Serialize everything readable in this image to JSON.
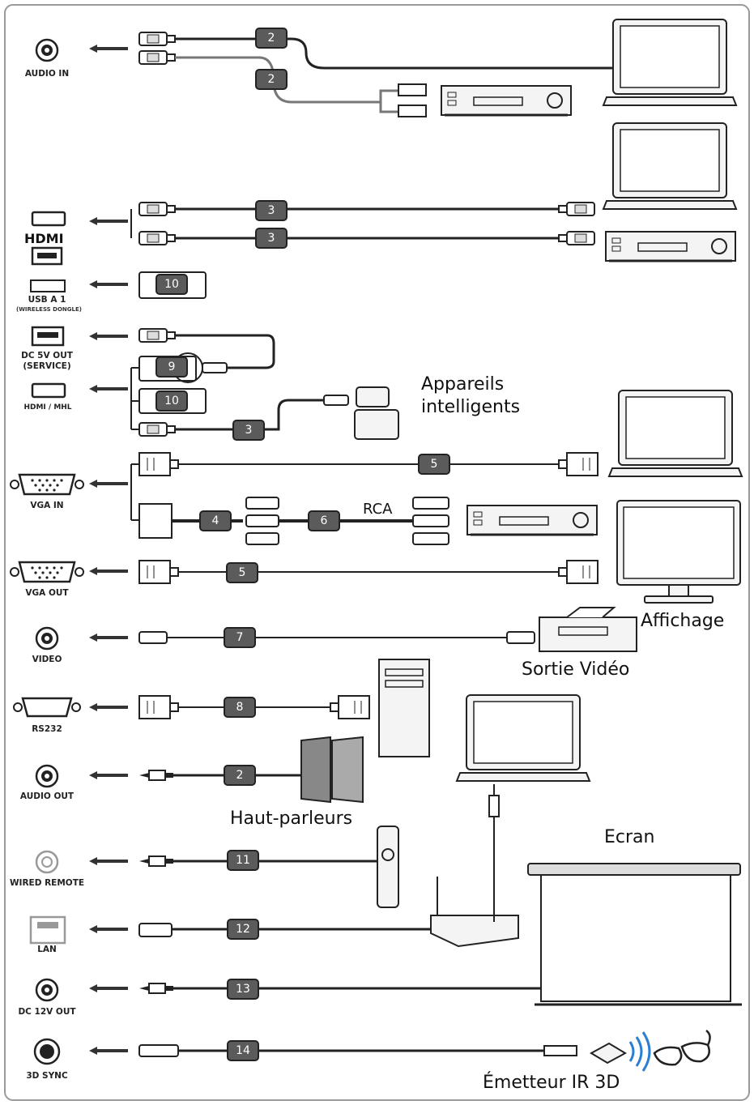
{
  "ports": {
    "audio_in": "AUDIO IN",
    "hdmi_logo": "HDMI",
    "usb_a1": "USB A 1",
    "wireless_dongle": "(WIRELESS DONGLE)",
    "dc5v_out": "DC 5V OUT",
    "service": "(SERVICE)",
    "hdmi_mhl": "HDMI / MHL",
    "vga_in": "VGA IN",
    "vga_out": "VGA OUT",
    "video": "VIDEO",
    "rs232": "RS232",
    "audio_out": "AUDIO OUT",
    "wired_remote": "WIRED REMOTE",
    "lan": "LAN",
    "dc12v_out": "DC 12V OUT",
    "sync3d": "3D SYNC"
  },
  "labels": {
    "smart_devices_line1": "Appareils",
    "smart_devices_line2": "intelligents",
    "rca": "RCA",
    "display": "Affichage",
    "video_out": "Sortie Vidéo",
    "speakers": "Haut-parleurs",
    "screen": "Ecran",
    "ir_emitter": "Émetteur IR 3D"
  },
  "cables": [
    "2",
    "2",
    "3",
    "3",
    "10",
    "9",
    "10",
    "3",
    "5",
    "4",
    "6",
    "5",
    "7",
    "8",
    "2",
    "11",
    "12",
    "13",
    "14"
  ],
  "colors": {
    "line": "#222222",
    "badge": "#5b5b5b",
    "device_fill": "#f4f4f4"
  }
}
